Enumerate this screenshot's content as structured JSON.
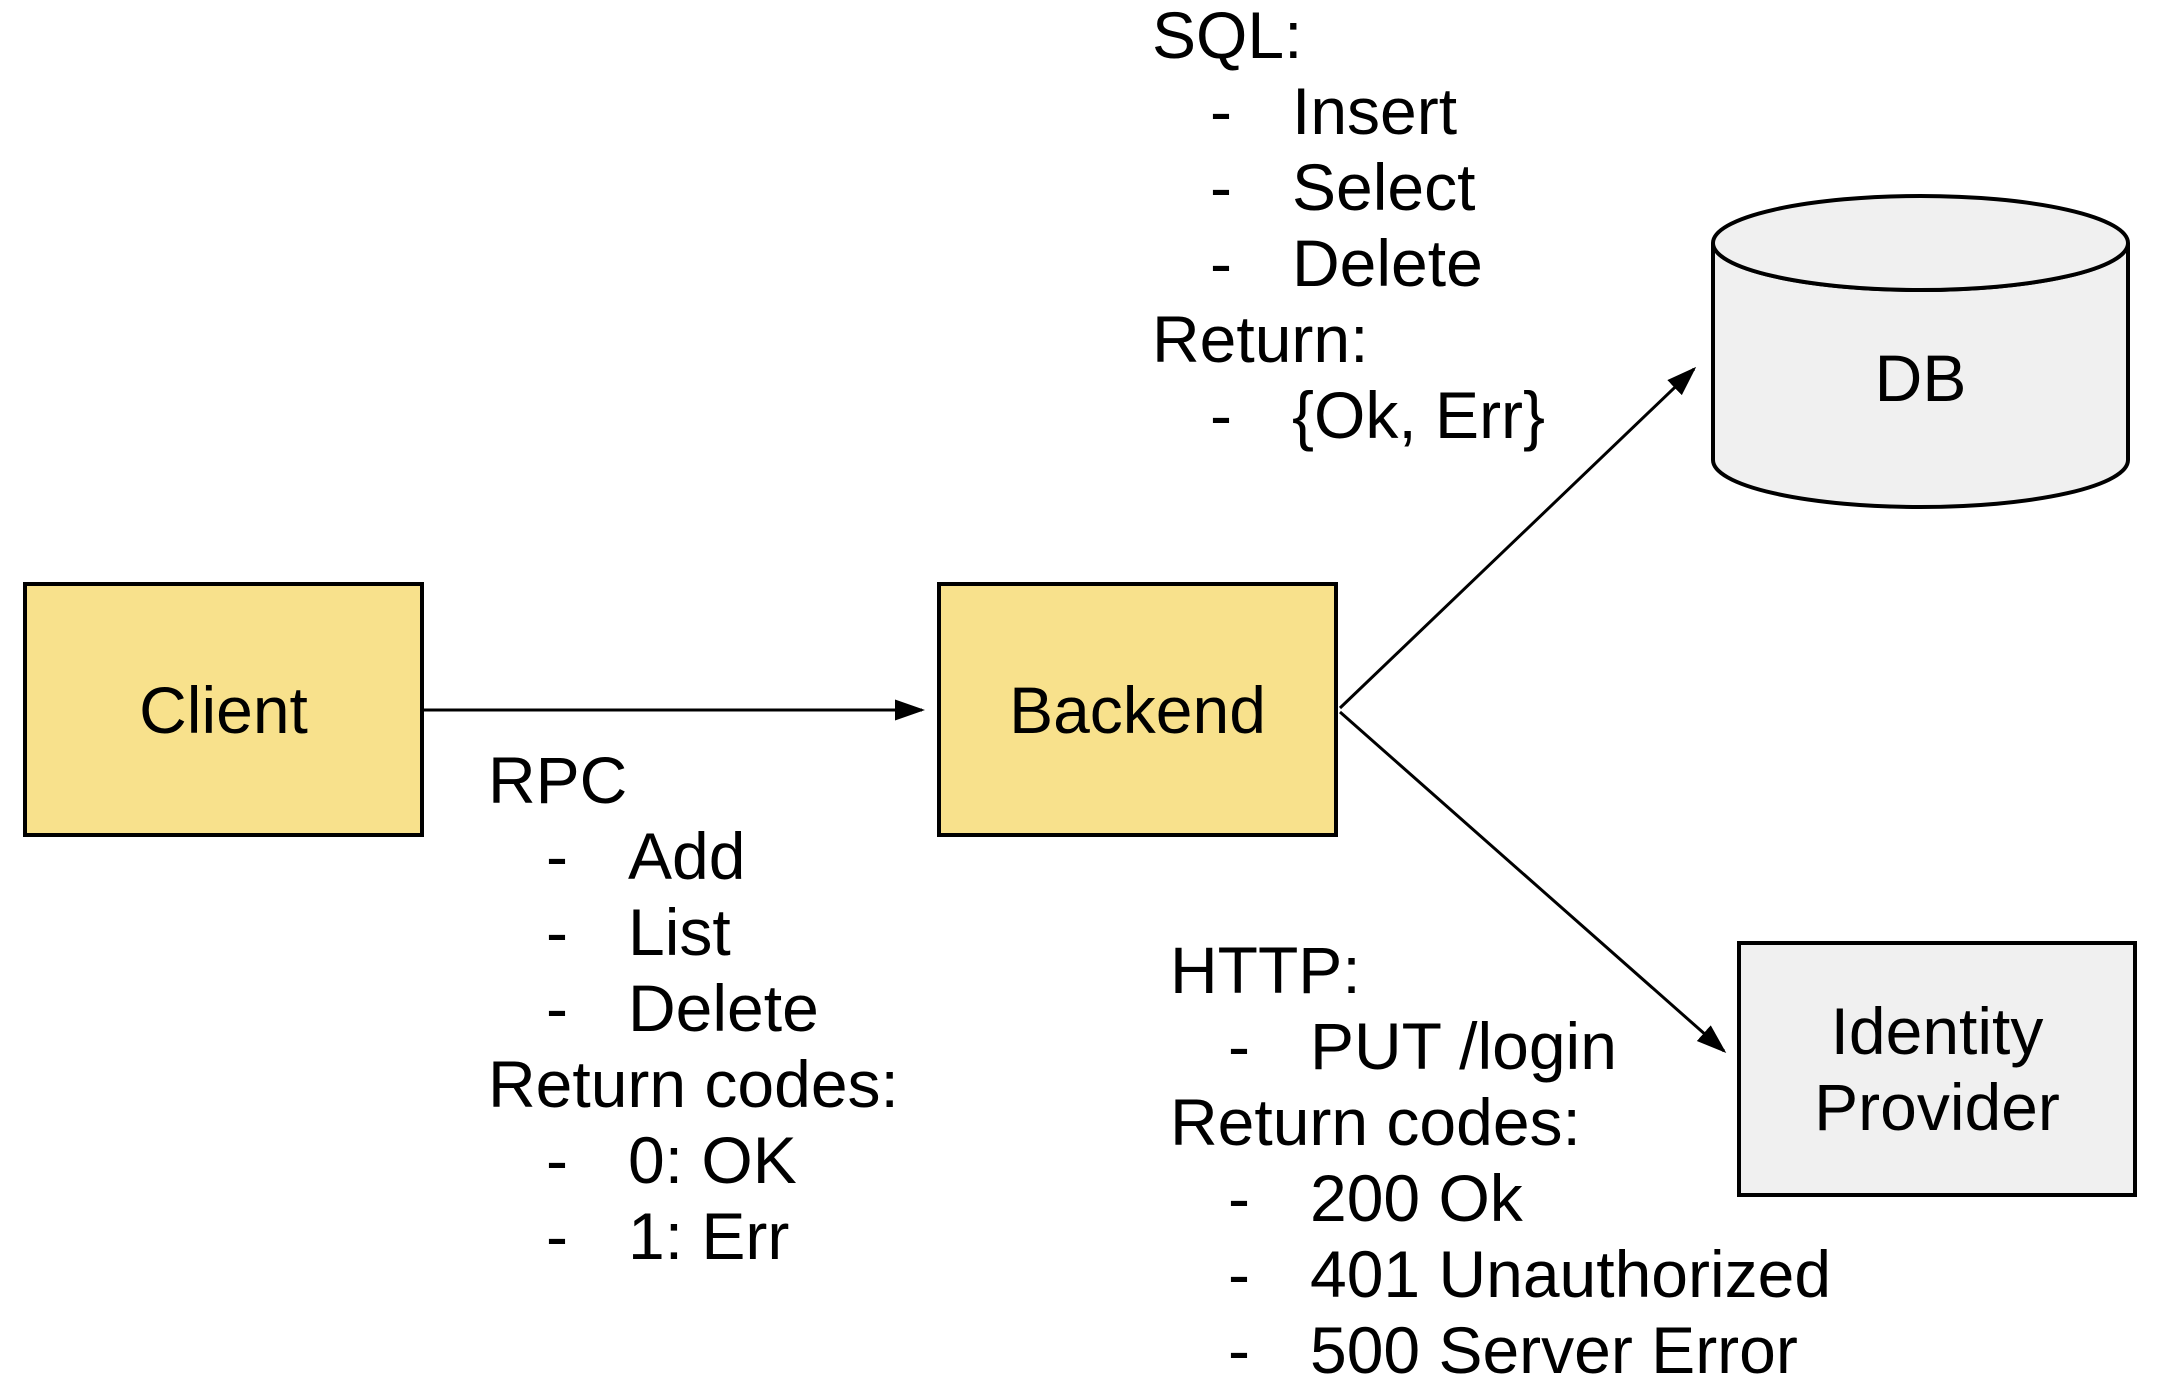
{
  "bullet": "-",
  "nodes": {
    "client": {
      "label": "Client"
    },
    "backend": {
      "label": "Backend"
    },
    "db": {
      "label": "DB"
    },
    "identity_provider": {
      "label": "Identity Provider"
    }
  },
  "annotations": {
    "rpc": {
      "header": "RPC",
      "items": [
        "Add",
        "List",
        "Delete"
      ],
      "return_header": "Return codes:",
      "return_items": [
        "0: OK",
        "1: Err"
      ]
    },
    "sql": {
      "header": "SQL:",
      "items": [
        "Insert",
        "Select",
        "Delete"
      ],
      "return_header": "Return:",
      "return_items": [
        "{Ok, Err}"
      ]
    },
    "http": {
      "header": "HTTP:",
      "items": [
        "PUT /login"
      ],
      "return_header": "Return codes:",
      "return_items": [
        "200 Ok",
        "401 Unauthorized",
        "500 Server Error"
      ]
    }
  },
  "colors": {
    "node_fill_yellow": "#F8E18C",
    "node_fill_gray": "#F0F0F0",
    "stroke": "#000000",
    "background": "#FFFFFF"
  }
}
